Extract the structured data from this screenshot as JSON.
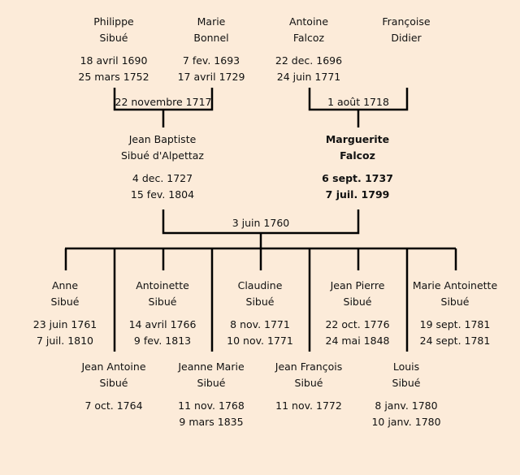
{
  "grandparents": [
    {
      "first": "Philippe",
      "last": "Sibué",
      "birth": "18 avril 1690",
      "death": "25 mars 1752"
    },
    {
      "first": "Marie",
      "last": "Bonnel",
      "birth": "7 fev. 1693",
      "death": "17 avril 1729"
    },
    {
      "first": "Antoine",
      "last": "Falcoz",
      "birth": "22 dec. 1696",
      "death": "24 juin 1771"
    },
    {
      "first": "Françoise",
      "last": "Didier"
    }
  ],
  "marriages": {
    "left": "22 novembre 1717",
    "right": "1 août 1718",
    "parents": "3 juin 1760"
  },
  "parents": [
    {
      "first": "Jean Baptiste",
      "last": "Sibué d'Alpettaz",
      "birth": "4 dec. 1727",
      "death": "15 fev. 1804"
    },
    {
      "first": "Marguerite",
      "last": "Falcoz",
      "birth": "6 sept. 1737",
      "death": "7 juil. 1799"
    }
  ],
  "children_row1": [
    {
      "first": "Anne",
      "last": "Sibué",
      "birth": "23 juin 1761",
      "death": "7 juil. 1810"
    },
    {
      "first": "Antoinette",
      "last": "Sibué",
      "birth": "14 avril 1766",
      "death": "9 fev. 1813"
    },
    {
      "first": "Claudine",
      "last": "Sibué",
      "birth": "8 nov. 1771",
      "death": "10 nov. 1771"
    },
    {
      "first": "Jean Pierre",
      "last": "Sibué",
      "birth": "22 oct. 1776",
      "death": "24 mai 1848"
    },
    {
      "first": "Marie Antoinette",
      "last": "Sibué",
      "birth": "19 sept. 1781",
      "death": "24 sept. 1781"
    }
  ],
  "children_row2": [
    {
      "first": "Jean Antoine",
      "last": "Sibué",
      "birth": "7 oct. 1764"
    },
    {
      "first": "Jeanne Marie",
      "last": "Sibué",
      "birth": "11 nov. 1768",
      "death": "9 mars 1835"
    },
    {
      "first": "Jean François",
      "last": "Sibué",
      "birth": "11 nov. 1772"
    },
    {
      "first": "Louis",
      "last": "Sibué",
      "birth": "8 janv. 1780",
      "death": "10 janv. 1780"
    }
  ]
}
